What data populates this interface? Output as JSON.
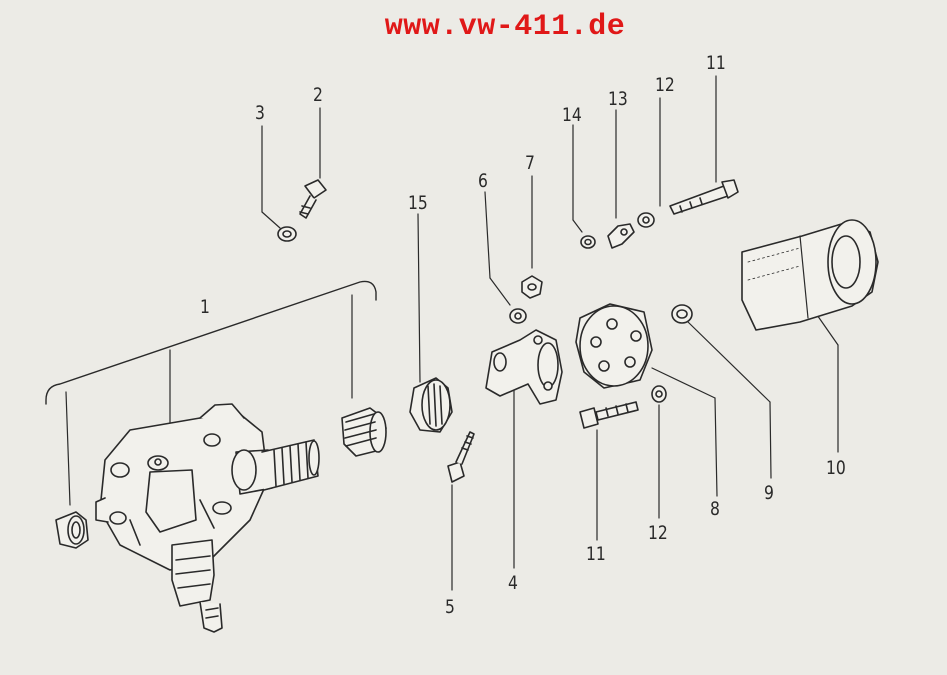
{
  "header": {
    "url": "www.vw-411.de"
  },
  "colors": {
    "url": "#e01818",
    "ink": "#2a2a2a",
    "paper": "#ecebe6"
  },
  "labels": {
    "n1": "1",
    "n2": "2",
    "n3": "3",
    "n4": "4",
    "n5": "5",
    "n6": "6",
    "n7": "7",
    "n8": "8",
    "n9": "9",
    "n10": "10",
    "n11a": "11",
    "n11b": "11",
    "n12a": "12",
    "n12b": "12",
    "n13": "13",
    "n14": "14",
    "n15": "15"
  }
}
